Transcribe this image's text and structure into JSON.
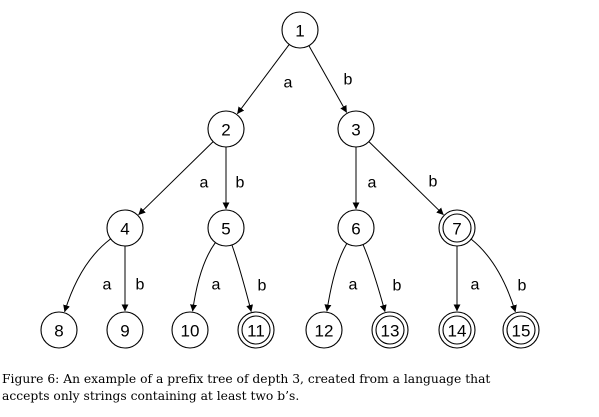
{
  "diagram": {
    "nodes": [
      {
        "id": "1",
        "label": "1",
        "accepting": false
      },
      {
        "id": "2",
        "label": "2",
        "accepting": false
      },
      {
        "id": "3",
        "label": "3",
        "accepting": false
      },
      {
        "id": "4",
        "label": "4",
        "accepting": false
      },
      {
        "id": "5",
        "label": "5",
        "accepting": false
      },
      {
        "id": "6",
        "label": "6",
        "accepting": false
      },
      {
        "id": "7",
        "label": "7",
        "accepting": true
      },
      {
        "id": "8",
        "label": "8",
        "accepting": false
      },
      {
        "id": "9",
        "label": "9",
        "accepting": false
      },
      {
        "id": "10",
        "label": "10",
        "accepting": false
      },
      {
        "id": "11",
        "label": "11",
        "accepting": true
      },
      {
        "id": "12",
        "label": "12",
        "accepting": false
      },
      {
        "id": "13",
        "label": "13",
        "accepting": true
      },
      {
        "id": "14",
        "label": "14",
        "accepting": true
      },
      {
        "id": "15",
        "label": "15",
        "accepting": true
      }
    ],
    "edges": [
      {
        "from": "1",
        "to": "2",
        "label": "a"
      },
      {
        "from": "1",
        "to": "3",
        "label": "b"
      },
      {
        "from": "2",
        "to": "4",
        "label": "a"
      },
      {
        "from": "2",
        "to": "5",
        "label": "b"
      },
      {
        "from": "3",
        "to": "6",
        "label": "a"
      },
      {
        "from": "3",
        "to": "7",
        "label": "b"
      },
      {
        "from": "4",
        "to": "8",
        "label": "a"
      },
      {
        "from": "4",
        "to": "9",
        "label": "b"
      },
      {
        "from": "5",
        "to": "10",
        "label": "a"
      },
      {
        "from": "5",
        "to": "11",
        "label": "b"
      },
      {
        "from": "6",
        "to": "12",
        "label": "a"
      },
      {
        "from": "6",
        "to": "13",
        "label": "b"
      },
      {
        "from": "7",
        "to": "14",
        "label": "a"
      },
      {
        "from": "7",
        "to": "15",
        "label": "b"
      }
    ]
  },
  "caption": {
    "line1": "Figure 6:  An example of a prefix tree of depth 3, created from a language that",
    "line2": "accepts only strings containing at least two b’s."
  }
}
